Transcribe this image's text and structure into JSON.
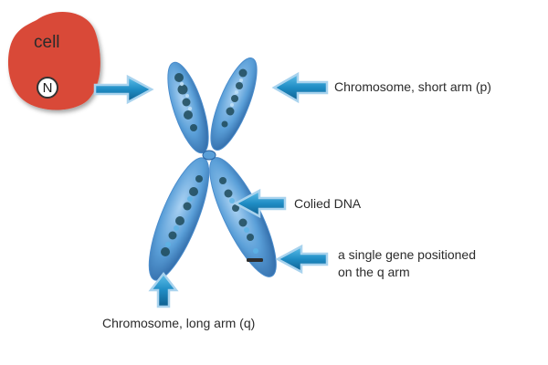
{
  "diagram": {
    "cell": {
      "label": "cell",
      "nucleus_label": "N",
      "color": "#d94a38"
    },
    "chromosome": {
      "color_light": "#7fb6e6",
      "color_mid": "#3d84c6",
      "color_dark": "#1d4f82",
      "dna_color": "#1e4a5a"
    },
    "arrow_color": "#2a8fc7",
    "labels": {
      "short_arm": "Chromosome, short arm (p)",
      "coiled_dna": "Colied DNA",
      "gene_line1": "a single gene positioned",
      "gene_line2": "on the q arm",
      "long_arm": "Chromosome, long arm (q)"
    }
  }
}
